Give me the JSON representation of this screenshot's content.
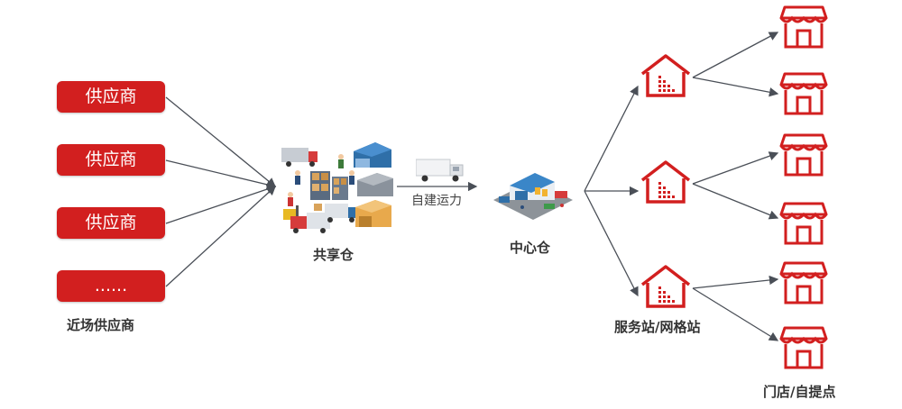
{
  "suppliers": {
    "items": [
      {
        "label": "供应商"
      },
      {
        "label": "供应商"
      },
      {
        "label": "供应商"
      },
      {
        "label": "......"
      }
    ],
    "group_label": "近场供应商"
  },
  "shared_warehouse": {
    "label": "共享仓"
  },
  "transport": {
    "label": "自建运力"
  },
  "central_warehouse": {
    "label": "中心仓"
  },
  "service_stations": {
    "label": "服务站/网格站"
  },
  "stores": {
    "label": "门店/自提点"
  },
  "colors": {
    "accent_red": "#d21f1f",
    "arrow_gray": "#4a4f57",
    "text_dark": "#333333"
  }
}
